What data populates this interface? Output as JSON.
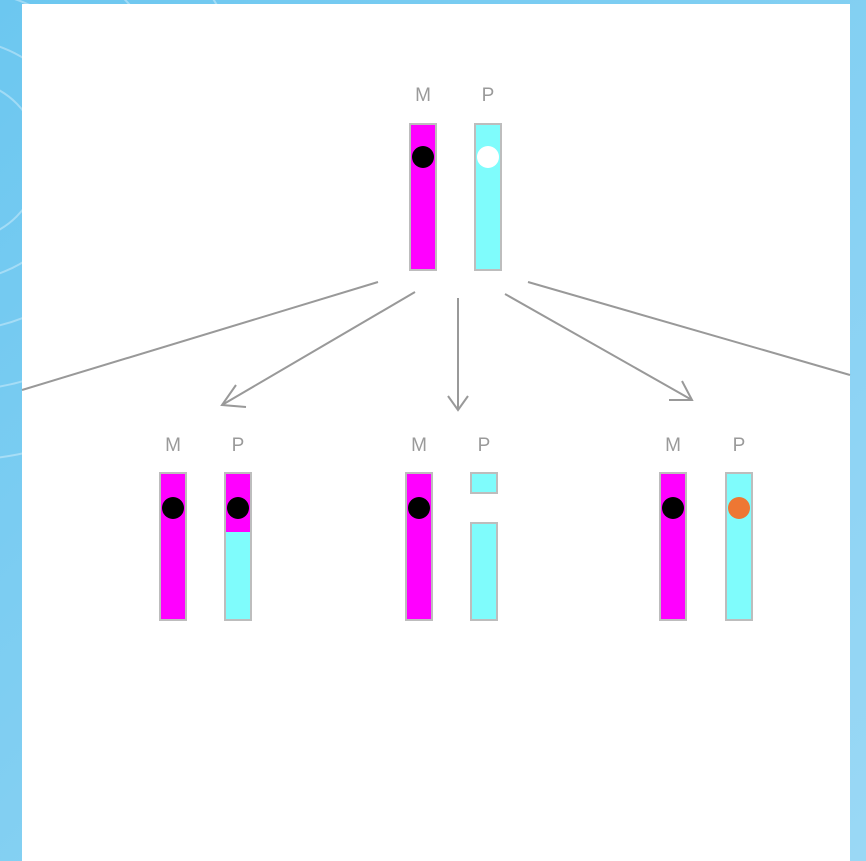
{
  "colors": {
    "maternal": "#ff00ff",
    "paternal": "#7ffcfc",
    "allele_normal": "#000000",
    "allele_missing": "#ffffff",
    "allele_mutant": "#ee7733",
    "line": "#999999",
    "background": "#8fd3f2"
  },
  "parent": {
    "maternal_label": "M",
    "paternal_label": "P"
  },
  "outcomes": [
    {
      "maternal_label": "M",
      "paternal_label": "P",
      "paternal_type": "segment-from-maternal"
    },
    {
      "maternal_label": "M",
      "paternal_label": "P",
      "paternal_type": "deletion"
    },
    {
      "maternal_label": "M",
      "paternal_label": "P",
      "paternal_type": "point-mutation"
    }
  ]
}
